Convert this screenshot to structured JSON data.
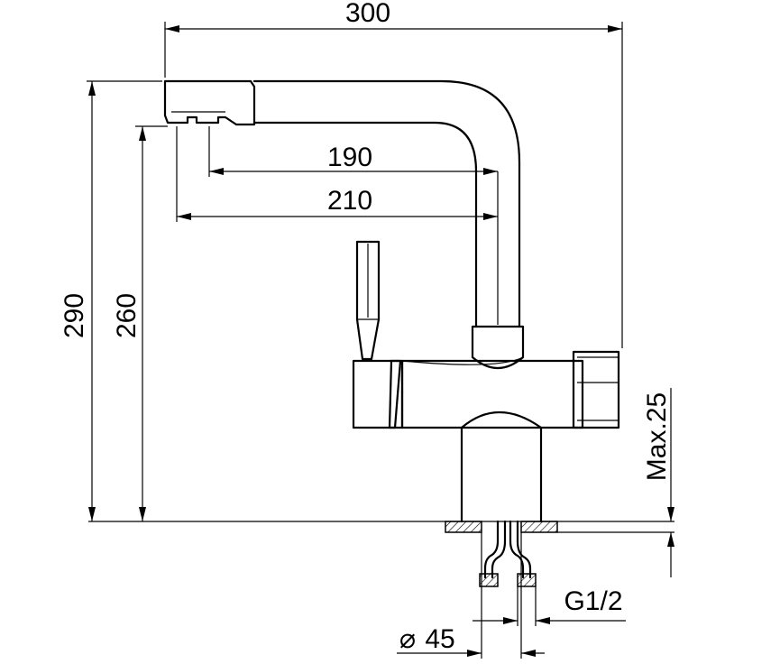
{
  "drawing": {
    "dimensions": {
      "overall_width": "300",
      "spout_reach_inner": "190",
      "spout_reach_outer": "210",
      "overall_height": "290",
      "spout_height": "260",
      "max_counter_thickness": "Max.25",
      "thread": "G1/2",
      "hole_diameter": "45",
      "diameter_symbol": "⌀"
    }
  }
}
